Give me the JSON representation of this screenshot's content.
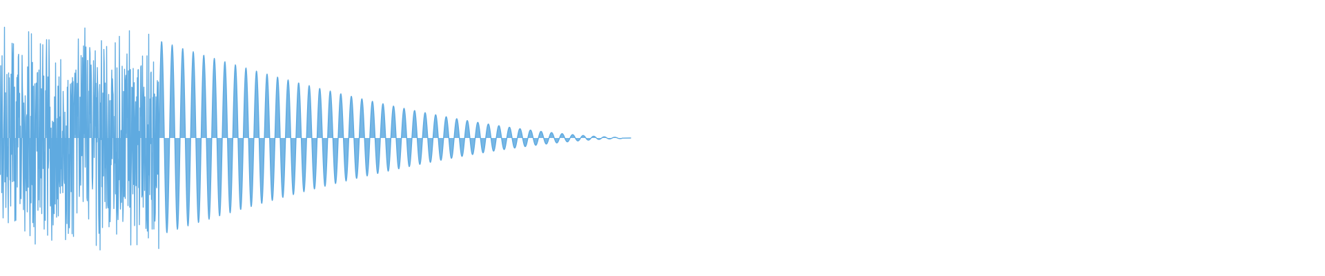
{
  "waveform": {
    "color": "#5FAAE0",
    "background": "#FFFFFF",
    "cycles": 50,
    "peak_amplitude": 0.92,
    "sustain_amplitude": 0.78,
    "attack_noise_fraction": 0.12,
    "decay_end_fraction": 0.47
  }
}
